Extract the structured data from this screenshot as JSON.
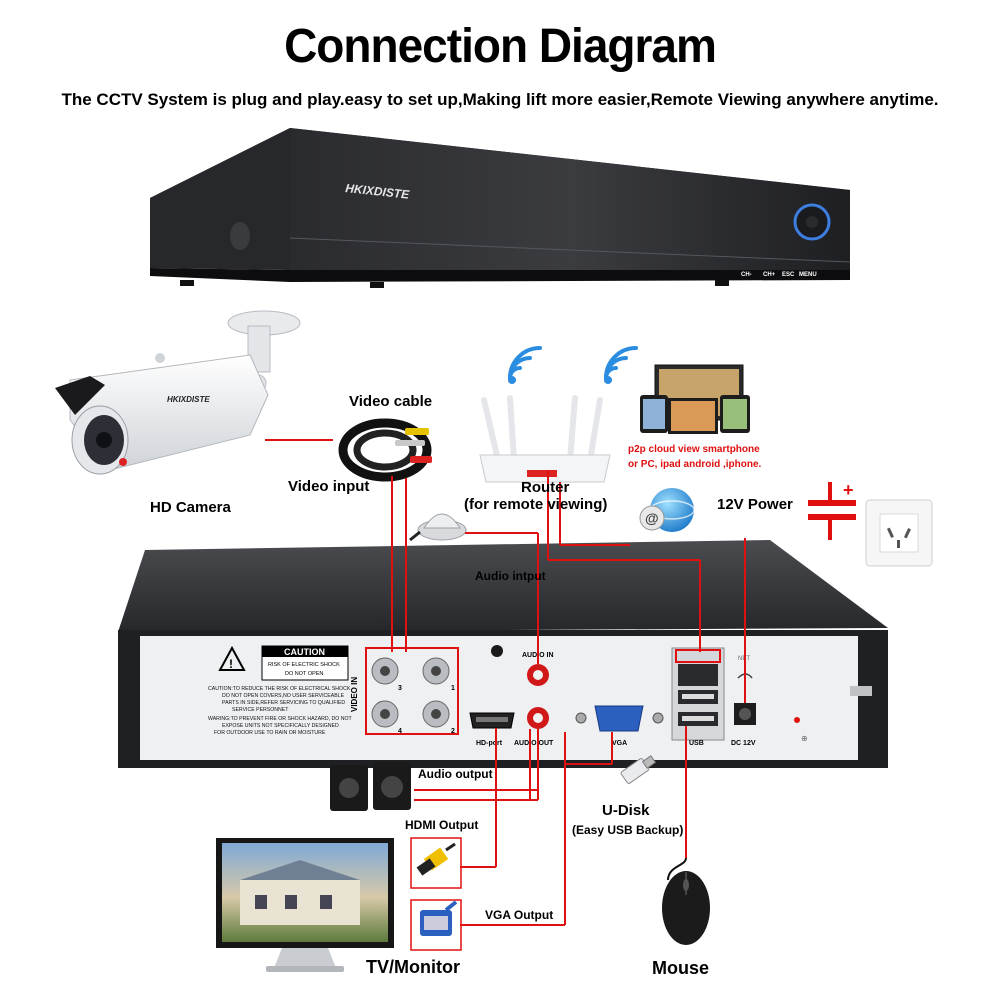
{
  "header": {
    "title": "Connection Diagram",
    "subtitle": "The CCTV System is plug and play.easy to set up,Making lift more easier,Remote Viewing anywhere anytime."
  },
  "dvr_front": {
    "brand": "HKIXDISTE",
    "buttons": [
      "CH-",
      "CH+",
      "ESC",
      "MENU"
    ]
  },
  "camera": {
    "brand": "HKIXDISTE",
    "label": "HD Camera"
  },
  "video_cable": {
    "label": "Video cable"
  },
  "video_input": {
    "label": "Video input"
  },
  "router": {
    "label": "Router",
    "sublabel": "(for remote viewing)"
  },
  "p2p": {
    "line1": "p2p cloud  view smartphone",
    "line2": "or PC, ipad android ,iphone."
  },
  "power": {
    "label": "12V Power"
  },
  "audio_input": {
    "label": "Audio intput"
  },
  "dvr_back": {
    "caution_title": "CAUTION",
    "caution_sub": [
      "RISK OF ELECTRIC SHOCK",
      "DO NOT OPEN"
    ],
    "warning_lines": [
      "CAUTION:TO REDUCE THE RISK OF ELECTRICAL SHOCK",
      "DO NOT OPEN COVERS,NO USER SERVICEABLE",
      "PARTS IN SIDE,REFER SERVICING TO QUALIFIED",
      "SERVICE PERSONNET",
      "WARING:TO PREVENT FIRE OR SHOCK HAZARD, DO NOT",
      "EXPOSE UNITS NOT SPECIFICALLY DESIGNED",
      "FOR OUTDOOR USE TO RAIN OR MOISTURE"
    ],
    "video_in": "VIDEO IN",
    "bnc_numbers": [
      "3",
      "1",
      "4",
      "2"
    ],
    "audio_in": "AUDIO IN",
    "hd_port": "HD-port",
    "audio_out": "AUDIO OUT",
    "vga": "VGA",
    "net": "NET",
    "usb": "USB",
    "dc": "DC 12V"
  },
  "audio_output": {
    "label": "Audio output"
  },
  "hdmi_output": {
    "label": "HDMI Output"
  },
  "vga_output": {
    "label": "VGA Output"
  },
  "udisk": {
    "label": "U-Disk",
    "sublabel": "(Easy USB Backup)"
  },
  "tv": {
    "label": "TV/Monitor"
  },
  "mouse": {
    "label": "Mouse"
  }
}
